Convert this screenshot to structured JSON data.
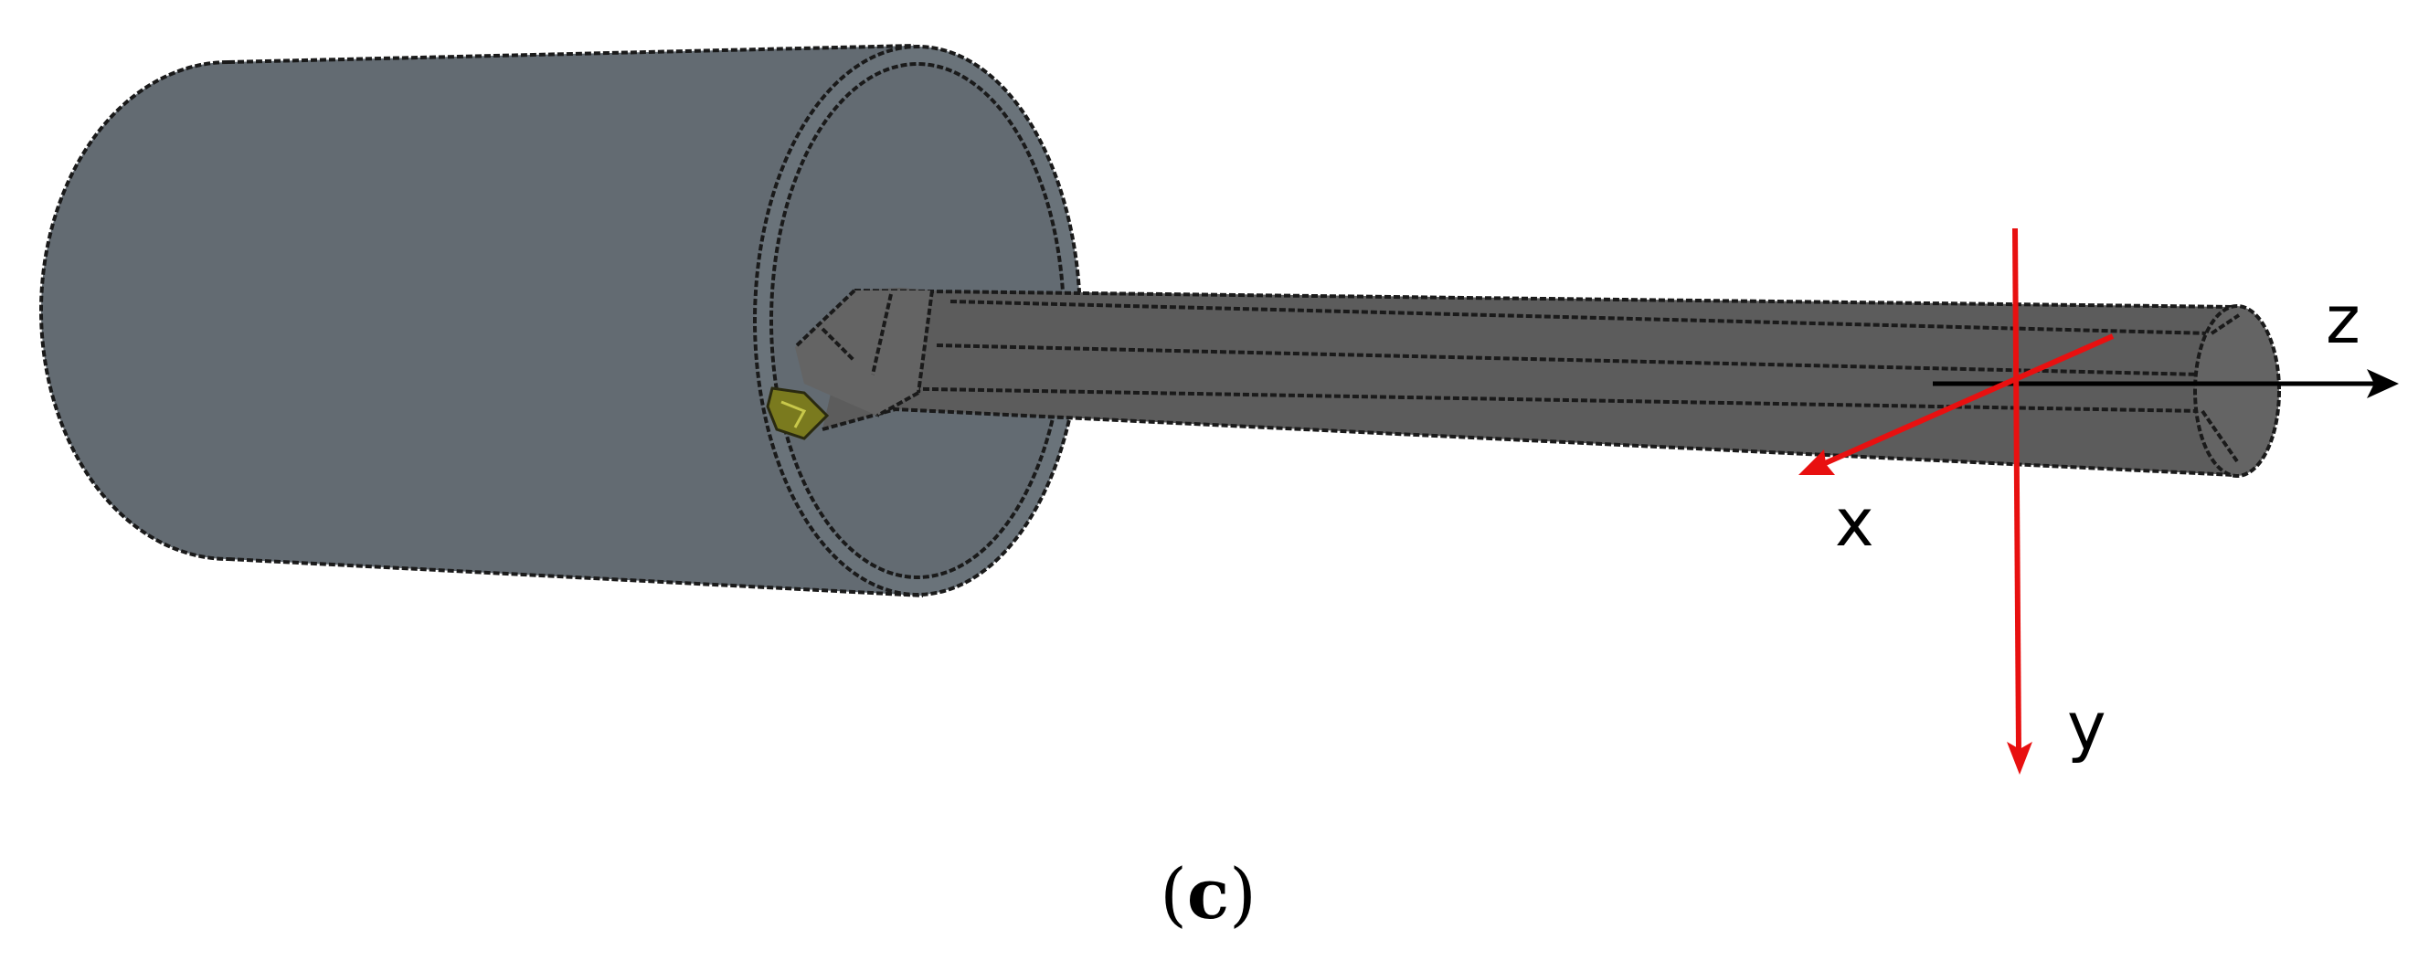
{
  "figure": {
    "caption": {
      "open": "(",
      "letter": "c",
      "close": ")"
    },
    "axes": {
      "x": "x",
      "y": "y",
      "z": "z"
    },
    "colors": {
      "background": "#ffffff",
      "workpiece": "#636b72",
      "workpiece_inner": "#6a737a",
      "boring_bar": "#5c5c5c",
      "boring_bar_face": "#646464",
      "cutting_insert": "#7a7a1e",
      "edge_lines": "#1a1a1a",
      "axis_x_y": "#e81010",
      "axis_z": "#000000"
    }
  }
}
